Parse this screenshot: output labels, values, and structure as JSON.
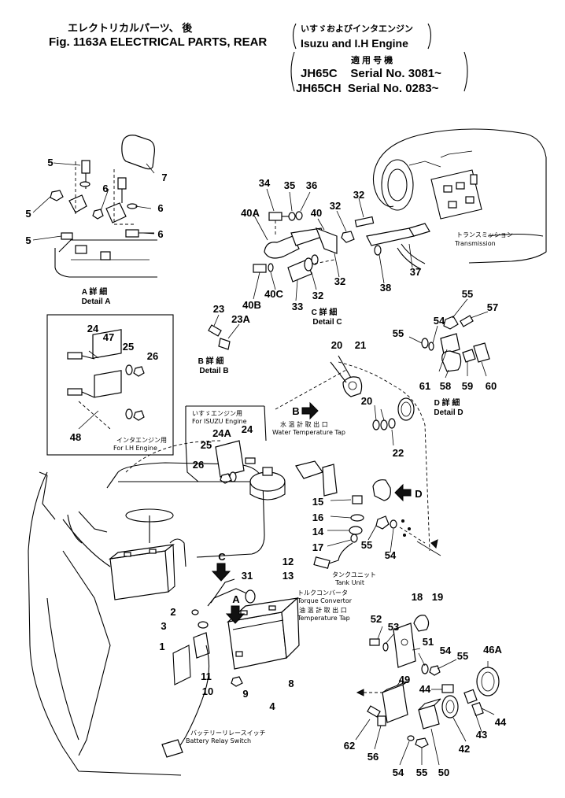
{
  "header": {
    "jp_title": "エレクトリカルパーツ、 後",
    "fig_title": "Fig. 1163A ELECTRICAL PARTS, REAR",
    "engine_jp": "いすゞおよびインタエンジン",
    "engine_en": "Isuzu and I.H Engine",
    "applic_jp": "適 用 号 機",
    "serial_1": "JH65C    Serial No. 3081~",
    "serial_2": "JH65CH  Serial No. 0283~"
  },
  "details": {
    "a_jp": "A 詳 細",
    "a_en": "Detail A",
    "b_jp": "B 詳 細",
    "b_en": "Detail B",
    "c_jp": "C 詳 細",
    "c_en": "Detail C",
    "d_jp": "D 詳 細",
    "d_en": "Detail D"
  },
  "captions": {
    "transmission_jp": "トランスミッション",
    "transmission_en": "Transmission",
    "ih_jp": "インタエンジン用",
    "ih_en": "For I.H Engine",
    "isuzu_jp": "いすゞエンジン用",
    "isuzu_en": "For ISUZU Engine",
    "water_jp": "水 温 計 取 出 口",
    "water_en": "Water Temperature Tap",
    "tank_jp": "タンクユニット",
    "tank_en": "Tank Unit",
    "tc_jp": "トルクコンバータ",
    "tc_en": "Torque Convertor",
    "oil_jp": "油 温 計 取 出 口",
    "oil_en": "Temperature Tap",
    "relay_jp": "バッテリーリレースイッチ",
    "relay_en": "Battery Relay Switch"
  },
  "arrows": {
    "b": "B",
    "c": "C",
    "d": "D",
    "a": "A"
  },
  "labels": [
    "5",
    "5",
    "5",
    "6",
    "6",
    "6",
    "7",
    "34",
    "35",
    "36",
    "40A",
    "40",
    "32",
    "32",
    "32",
    "32",
    "40B",
    "40C",
    "33",
    "38",
    "37",
    "23",
    "23A",
    "24",
    "47",
    "25",
    "26",
    "48",
    "24",
    "24A",
    "25",
    "26",
    "20",
    "21",
    "20",
    "22",
    "55",
    "57",
    "54",
    "55",
    "61",
    "58",
    "59",
    "60",
    "15",
    "16",
    "14",
    "17",
    "55",
    "54",
    "12",
    "13",
    "31",
    "2",
    "3",
    "1",
    "11",
    "10",
    "9",
    "4",
    "8",
    "18",
    "19",
    "52",
    "53",
    "51",
    "54",
    "55",
    "46A",
    "44",
    "49",
    "43",
    "44",
    "42",
    "62",
    "56",
    "54",
    "55",
    "50"
  ]
}
